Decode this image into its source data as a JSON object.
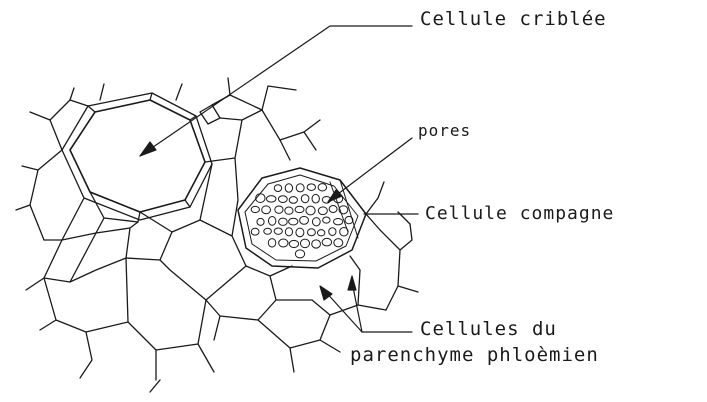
{
  "labels": {
    "sieve_cell": "Cellule criblée",
    "pores": "pores",
    "companion_cell": "Cellule compagne",
    "parenchyma_line1": "Cellules du",
    "parenchyma_line2": "parenchyme phloèmien"
  },
  "colors": {
    "ink": "#1a1a1a",
    "background": "#ffffff"
  }
}
